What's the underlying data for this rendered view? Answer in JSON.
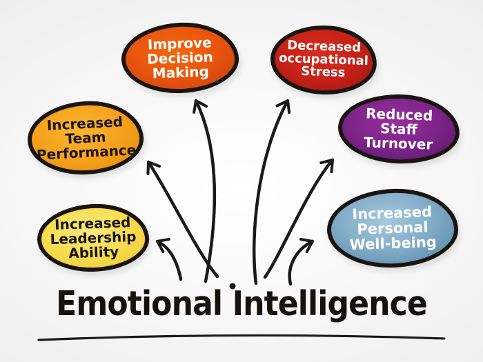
{
  "title": "Emotional Intelligence",
  "diagram": {
    "type": "mind-map",
    "center_label": "Emotional Intelligence",
    "nodes": [
      {
        "id": "improve-decision-making",
        "lines": [
          "Improve",
          "Decision",
          "Making"
        ],
        "full_text": "Improve Decision Making",
        "fill_center": "#F4670E",
        "fill_mid": "#E8540E",
        "fill_edge": "#C03C0F",
        "text_color": "#FFFFFF"
      },
      {
        "id": "decreased-occupational-stress",
        "lines": [
          "Decreased",
          "occupational",
          "Stress"
        ],
        "full_text": "Decreased occupational Stress",
        "fill_center": "#DA2B1C",
        "fill_mid": "#C42118",
        "fill_edge": "#9B140F",
        "text_color": "#FFFFFF"
      },
      {
        "id": "increased-team-performance",
        "lines": [
          "Increased",
          "Team",
          "Performance"
        ],
        "full_text": "Increased Team Performance",
        "fill_center": "#FBB52E",
        "fill_mid": "#F5A11C",
        "fill_edge": "#E68905",
        "text_color": "#1A140E"
      },
      {
        "id": "reduced-staff-turnover",
        "lines": [
          "Reduced",
          "Staff",
          "Turnover"
        ],
        "full_text": "Reduced Staff Turnover",
        "fill_center": "#94309B",
        "fill_mid": "#7C2488",
        "fill_edge": "#541464",
        "text_color": "#FFFFFF"
      },
      {
        "id": "increased-leadership-ability",
        "lines": [
          "Increased",
          "Leadership",
          "Ability"
        ],
        "full_text": "Increased Leadership Ability",
        "fill_center": "#F9E97E",
        "fill_mid": "#F6DC4E",
        "fill_edge": "#ECC738",
        "text_color": "#1A140E"
      },
      {
        "id": "increased-personal-well-being",
        "lines": [
          "Increased",
          "Personal",
          "Well-being"
        ],
        "full_text": "Increased Personal Well-being",
        "fill_center": "#A6C8DD",
        "fill_mid": "#7FAAC6",
        "fill_edge": "#4E80A4",
        "text_color": "#FFFFFF"
      }
    ],
    "edges": [
      {
        "from": "Emotional Intelligence",
        "to": "improve-decision-making"
      },
      {
        "from": "Emotional Intelligence",
        "to": "decreased-occupational-stress"
      },
      {
        "from": "Emotional Intelligence",
        "to": "increased-team-performance"
      },
      {
        "from": "Emotional Intelligence",
        "to": "reduced-staff-turnover"
      },
      {
        "from": "Emotional Intelligence",
        "to": "increased-leadership-ability"
      },
      {
        "from": "Emotional Intelligence",
        "to": "increased-personal-well-being"
      }
    ]
  },
  "colors": {
    "background_edge": "#EAEAEA",
    "background_center": "#FFFFFF",
    "stroke": "#1A1A1A",
    "node_outline": "#1A1511",
    "title_color": "#16120E"
  }
}
